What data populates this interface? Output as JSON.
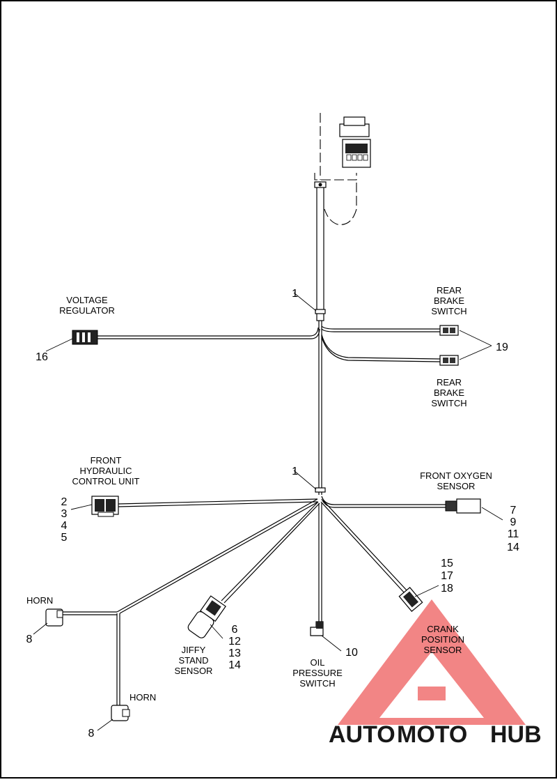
{
  "labels": {
    "voltage_regulator": [
      "VOLTAGE",
      "REGULATOR"
    ],
    "rear_brake_switch_top": [
      "REAR",
      "BRAKE",
      "SWITCH"
    ],
    "rear_brake_switch_bottom": [
      "REAR",
      "BRAKE",
      "SWITCH"
    ],
    "front_hcu": [
      "FRONT",
      "HYDRAULIC",
      "CONTROL UNIT"
    ],
    "front_oxygen_sensor": [
      "FRONT OXYGEN",
      "SENSOR"
    ],
    "horn_left": "HORN",
    "horn_bottom": "HORN",
    "jiffy_stand_sensor": [
      "JIFFY",
      "STAND",
      "SENSOR"
    ],
    "oil_pressure_switch": [
      "OIL",
      "PRESSURE",
      "SWITCH"
    ],
    "crank_position_sensor": [
      "CRANK",
      "POSITION",
      "SENSOR"
    ]
  },
  "callouts": {
    "clip_upper": "1",
    "clip_lower": "1",
    "voltage_regulator": "16",
    "rear_brake_switch": "19",
    "front_hcu": [
      "2",
      "3",
      "4",
      "5"
    ],
    "front_oxygen_sensor": [
      "7",
      "9",
      "11",
      "14"
    ],
    "crank_position_sensor": [
      "15",
      "17",
      "18"
    ],
    "jiffy_stand_sensor": [
      "6",
      "12",
      "13",
      "14"
    ],
    "oil_pressure_switch": "10",
    "horn_left": "8",
    "horn_bottom": "8"
  },
  "watermark": {
    "part1": "AUTO",
    "part2": "MOTO",
    "part3": "HUB",
    "color_orange": "#f5b25a",
    "color_red": "#f07878",
    "color_gray": "#9a9a9a",
    "triangle_color": "#f07070"
  }
}
